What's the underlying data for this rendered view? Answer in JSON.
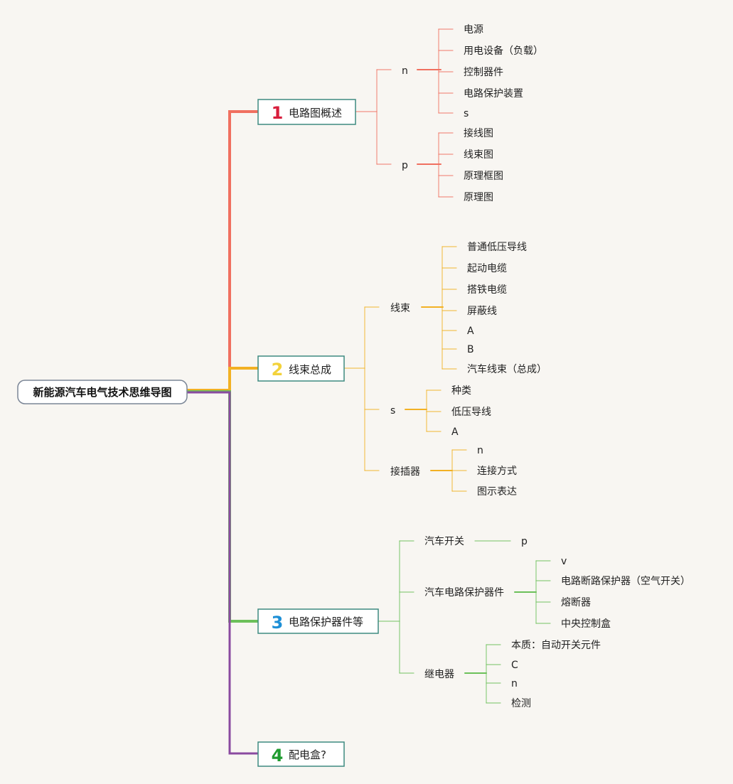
{
  "root": {
    "label": "新能源汽车电气技术思维导图"
  },
  "branches": [
    {
      "id": "b1",
      "number": "1",
      "label": "电路图概述",
      "color": "#f07060",
      "numColor": "#d81e3c",
      "children": [
        {
          "label": "n",
          "children": [
            "电源",
            "用电设备（负载）",
            "控制器件",
            "电路保护装置",
            "s"
          ]
        },
        {
          "label": "p",
          "children": [
            "接线图",
            "线束图",
            "原理框图",
            "原理图"
          ]
        }
      ]
    },
    {
      "id": "b2",
      "number": "2",
      "label": "线束总成",
      "color": "#f2b124",
      "numColor": "#f3d23a",
      "children": [
        {
          "label": "线束",
          "children": [
            "普通低压导线",
            "起动电缆",
            "搭铁电缆",
            "屏蔽线",
            "A",
            "B",
            "汽车线束（总成）"
          ]
        },
        {
          "label": "s",
          "children": [
            "种类",
            "低压导线",
            "A"
          ]
        },
        {
          "label": "接插器",
          "children": [
            "n",
            "连接方式",
            "图示表达"
          ]
        }
      ]
    },
    {
      "id": "b3",
      "number": "3",
      "label": "电路保护器件等",
      "color": "#6cc05a",
      "numColor": "#1d8fd6",
      "children": [
        {
          "label": "汽车开关",
          "children": [
            "p"
          ]
        },
        {
          "label": "汽车电路保护器件",
          "children": [
            "v",
            "电路断路保护器（空气开关）",
            "熔断器",
            "中央控制盒"
          ]
        },
        {
          "label": "继电器",
          "children": [
            "本质：自动开关元件",
            "C",
            "n",
            "检测"
          ]
        }
      ]
    },
    {
      "id": "b4",
      "number": "4",
      "label": "配电盒?",
      "color": "#8a4aa0",
      "numColor": "#1f9b2f",
      "children": []
    }
  ]
}
